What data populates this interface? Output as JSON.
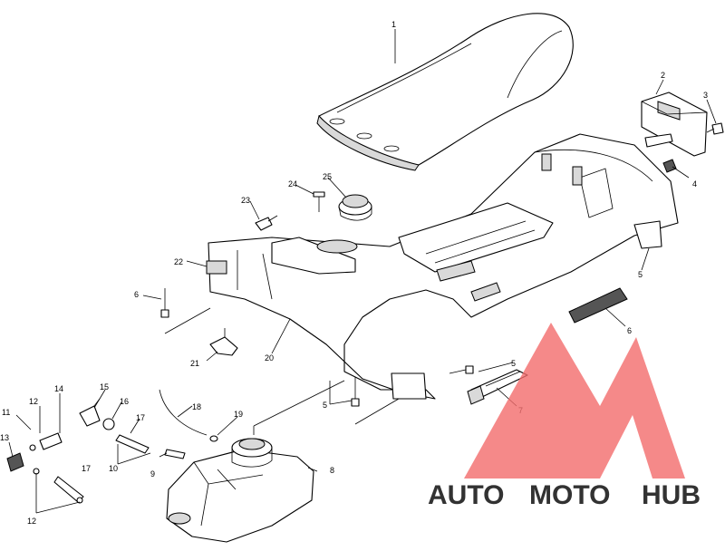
{
  "labels": [
    {
      "id": "p1",
      "text": "1"
    },
    {
      "id": "p2",
      "text": "2"
    },
    {
      "id": "p3",
      "text": "3"
    },
    {
      "id": "p4",
      "text": "4"
    },
    {
      "id": "p5a",
      "text": "5"
    },
    {
      "id": "p6a",
      "text": "6"
    },
    {
      "id": "p6b",
      "text": "6"
    },
    {
      "id": "p5b",
      "text": "5"
    },
    {
      "id": "p7",
      "text": "7"
    },
    {
      "id": "p5c",
      "text": "5"
    },
    {
      "id": "p8",
      "text": "8"
    },
    {
      "id": "p9",
      "text": "9"
    },
    {
      "id": "p10",
      "text": "10"
    },
    {
      "id": "p11",
      "text": "11"
    },
    {
      "id": "p12a",
      "text": "12"
    },
    {
      "id": "p12b",
      "text": "12"
    },
    {
      "id": "p13",
      "text": "13"
    },
    {
      "id": "p14",
      "text": "14"
    },
    {
      "id": "p15",
      "text": "15"
    },
    {
      "id": "p16",
      "text": "16"
    },
    {
      "id": "p17a",
      "text": "17"
    },
    {
      "id": "p17b",
      "text": "17"
    },
    {
      "id": "p18",
      "text": "18"
    },
    {
      "id": "p19",
      "text": "19"
    },
    {
      "id": "p20",
      "text": "20"
    },
    {
      "id": "p21",
      "text": "21"
    },
    {
      "id": "p22",
      "text": "22"
    },
    {
      "id": "p23",
      "text": "23"
    },
    {
      "id": "p24",
      "text": "24"
    },
    {
      "id": "p25",
      "text": "25"
    }
  ],
  "watermark": {
    "part1": "AUTO",
    "part2": "MOTO",
    "part3": "HUB",
    "colors": {
      "red": "#f36c6c",
      "orange": "#f2b266",
      "gray": "#8a8a8a"
    }
  }
}
